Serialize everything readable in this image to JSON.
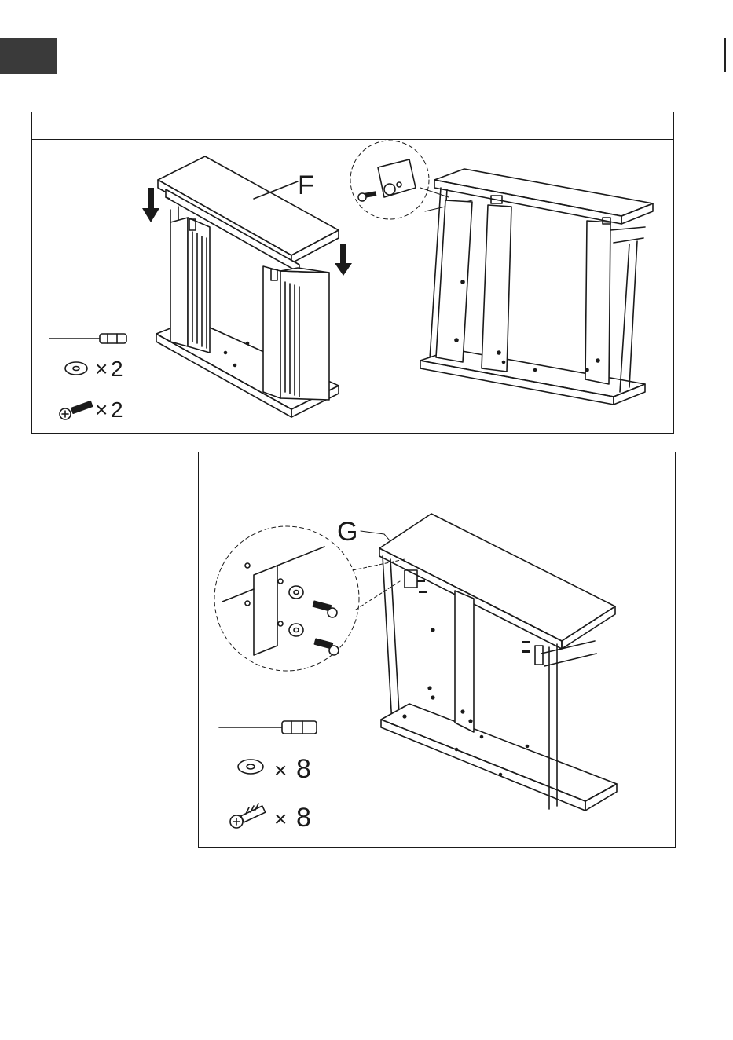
{
  "step1": {
    "part_label": "F",
    "tools": [
      {
        "icon": "screwdriver-icon"
      },
      {
        "icon": "washer-icon",
        "count_prefix": "×",
        "count": "2"
      },
      {
        "icon": "screw-icon",
        "count_prefix": "×",
        "count": "2"
      }
    ]
  },
  "step2": {
    "part_label": "G",
    "tools": [
      {
        "icon": "screwdriver-icon"
      },
      {
        "icon": "washer-icon",
        "count_prefix": "×",
        "count": "8"
      },
      {
        "icon": "screw-icon",
        "count_prefix": "×",
        "count": "8"
      }
    ]
  },
  "colors": {
    "line": "#1a1a1a",
    "tab": "#3a3a3a",
    "background": "#ffffff"
  }
}
